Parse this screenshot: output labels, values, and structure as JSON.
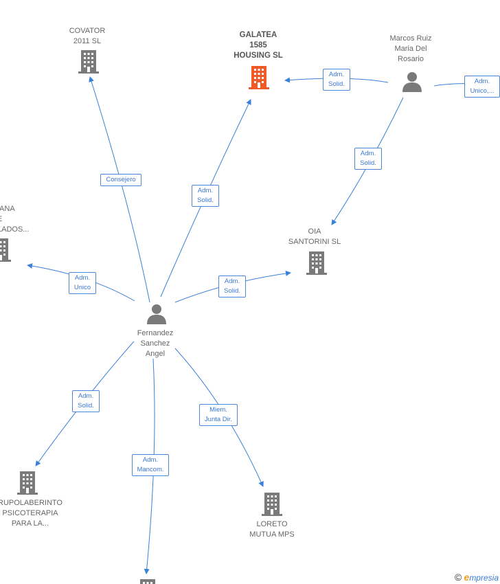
{
  "colors": {
    "edge": "#3a7fd8",
    "building": "#7a7a7a",
    "highlight": "#f05a28",
    "person": "#7a7a7a"
  },
  "nodes": {
    "covator": {
      "label": "COVATOR\n2011 SL",
      "icon": "building-icon"
    },
    "galatea": {
      "label": "GALATEA\n1585\nHOUSING  SL",
      "icon": "building-icon"
    },
    "marcos": {
      "label": "Marcos Ruiz\nMaria Del\nRosario",
      "icon": "person-icon"
    },
    "hispana": {
      "label": "IANA\nE\nLADOS...",
      "icon": "building-icon"
    },
    "oia": {
      "label": "OIA\nSANTORINI SL",
      "icon": "building-icon"
    },
    "fernandez": {
      "label": "Fernandez\nSanchez\nAngel",
      "icon": "person-icon"
    },
    "grupolaberinto": {
      "label": "RUPOLABERINTO\nPSICOTERAPIA\nPARA LA...",
      "icon": "building-icon"
    },
    "loreto": {
      "label": "LORETO\nMUTUA MPS",
      "icon": "building-icon"
    },
    "bottom": {
      "label": "",
      "icon": "building-icon"
    }
  },
  "edges": {
    "consejero": "Consejero",
    "adm_solid_galatea": "Adm.\nSolid.",
    "adm_solid_marcos_galatea": "Adm.\nSolid.",
    "adm_unico_marcos": "Adm.\nUnico,...",
    "adm_solid_marcos_oia": "Adm.\nSolid.",
    "adm_unico_hispana": "Adm.\nUnico",
    "adm_solid_oia": "Adm.\nSolid.",
    "adm_solid_grupo": "Adm.\nSolid.",
    "adm_mancom": "Adm.\nMancom.",
    "miem_junta": "Miem.\nJunta Dir."
  },
  "brand": {
    "copyright": "©",
    "name": "mpresia",
    "initial": "e"
  }
}
